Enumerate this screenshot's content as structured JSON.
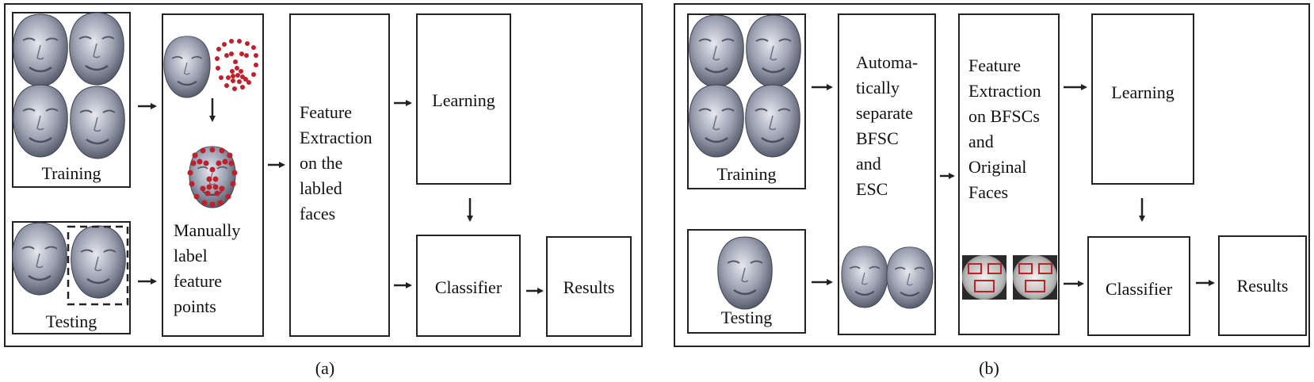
{
  "panel_a": {
    "caption": "(a)",
    "training_label": "Training",
    "testing_label": "Testing",
    "manual_label": "Manually\nlabel\nfeature\npoints",
    "feature_label": "Feature\nExtraction\non the\nlabled\nfaces",
    "learning_label": "Learning",
    "classifier_label": "Classifier",
    "results_label": "Results"
  },
  "panel_b": {
    "caption": "(b)",
    "training_label": "Training",
    "testing_label": "Testing",
    "separate_label": "Automa-\ntically\nseparate\nBFSC\nand\nESC",
    "feature_label": "Feature\nExtraction\non BFSCs\nand\nOriginal\nFaces",
    "learning_label": "Learning",
    "classifier_label": "Classifier",
    "results_label": "Results"
  },
  "colors": {
    "line": "#222222",
    "landmark": "#c0202a",
    "face": "#9aa0b0"
  }
}
